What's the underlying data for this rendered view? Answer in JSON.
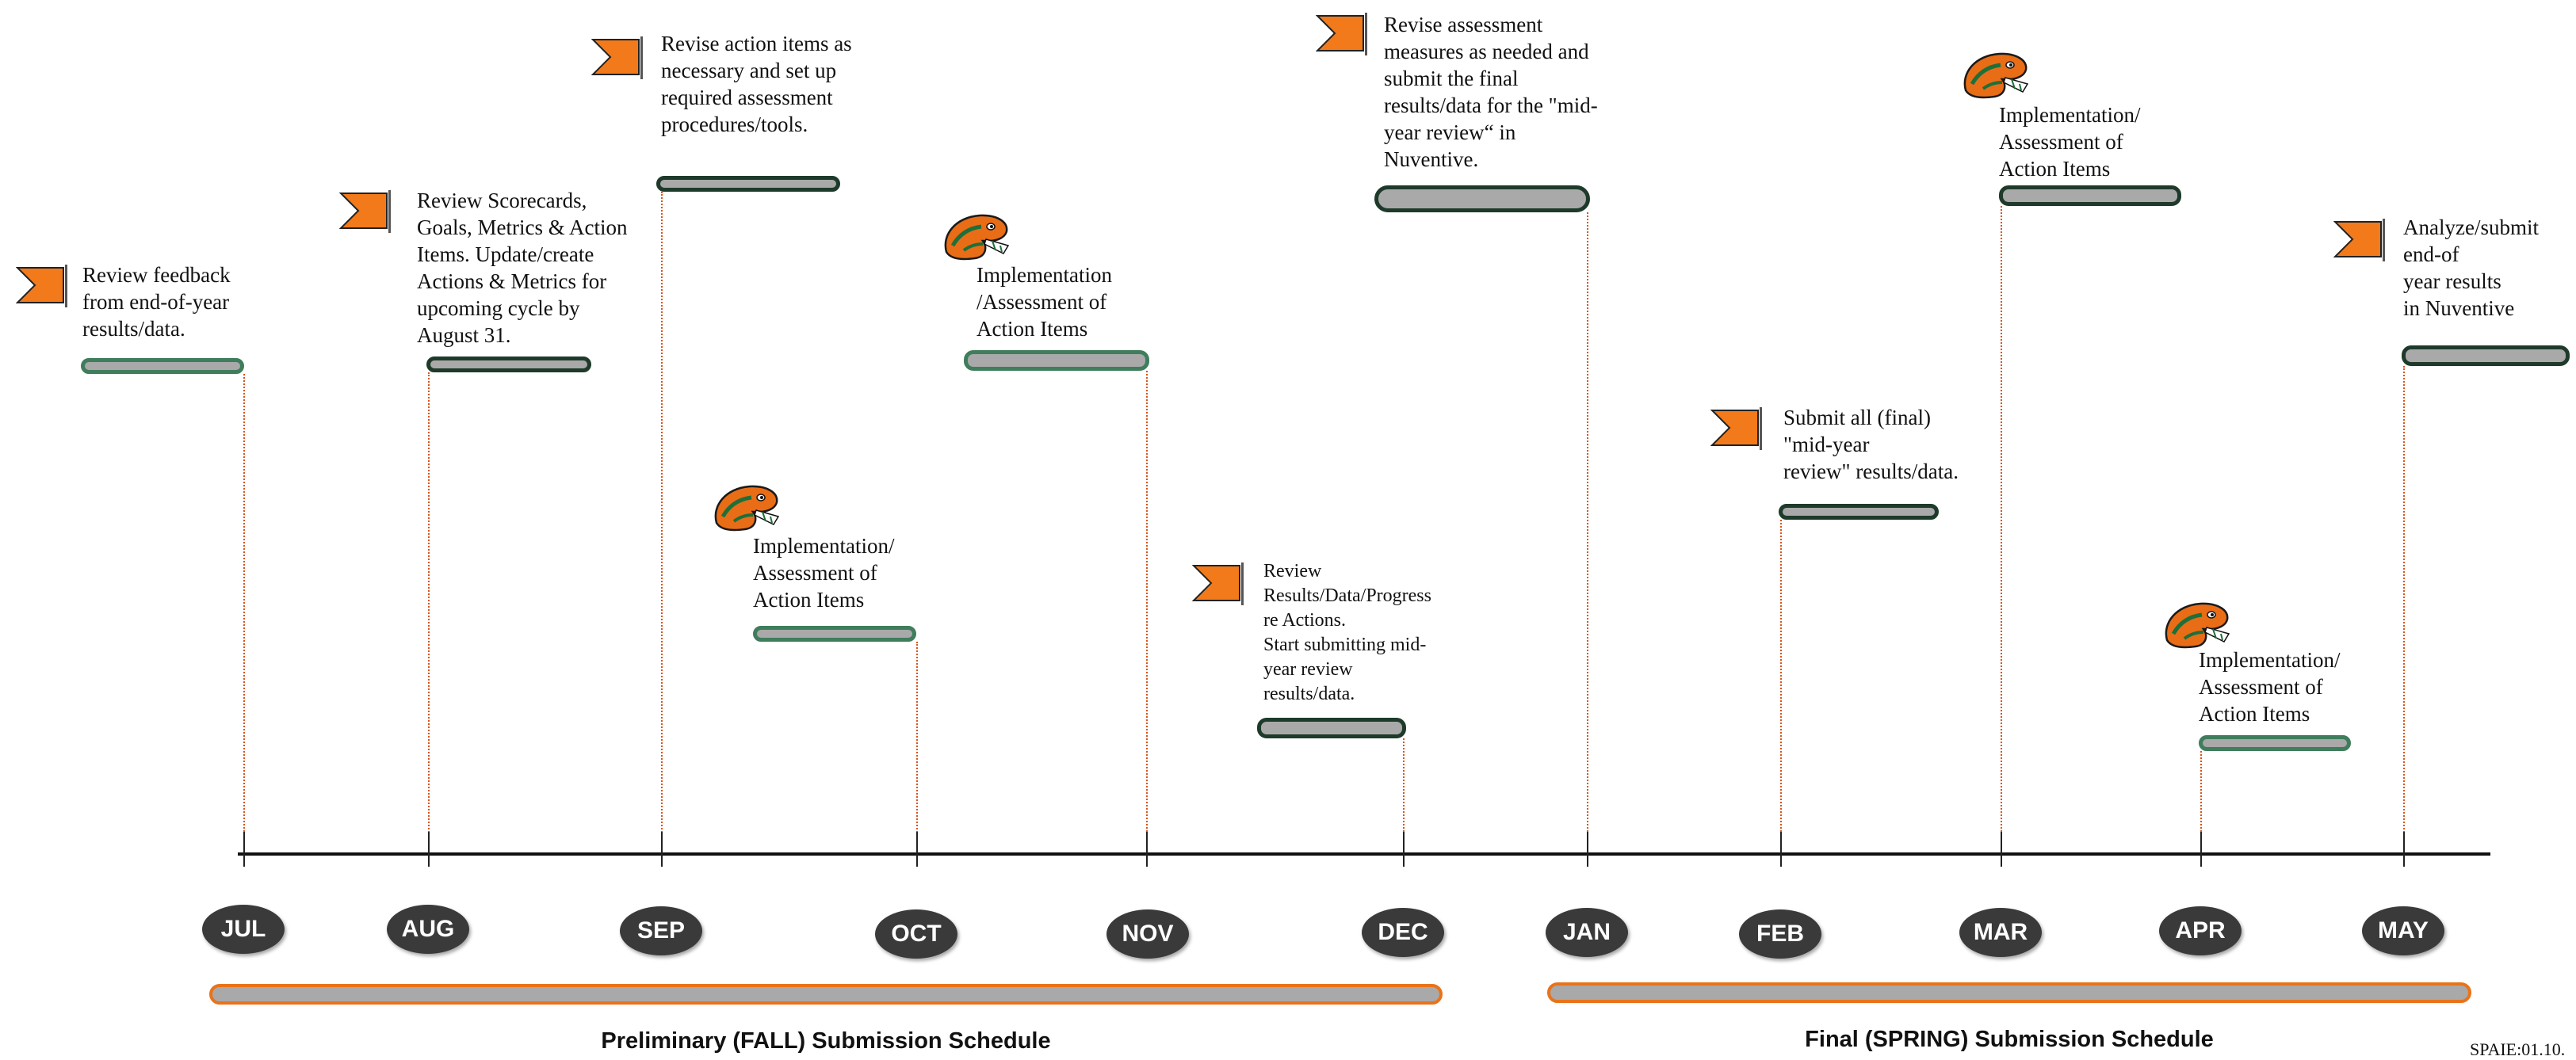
{
  "months": [
    "JUL",
    "AUG",
    "SEP",
    "OCT",
    "NOV",
    "DEC",
    "JAN",
    "FEB",
    "MAR",
    "APR",
    "MAY"
  ],
  "icons": {
    "flag": "orange-flag-icon",
    "mascot": "rattler-snake-mascot-icon"
  },
  "colors": {
    "flag": "#f27a1a",
    "bar_fill": "#a9a9a9",
    "bar_border": "#1e3a2b",
    "schedule_border": "#e8731a",
    "drop_line": "#d9541a"
  },
  "events": {
    "jul": "Review feedback\nfrom end-of-year\nresults/data.",
    "aug": "Review Scorecards,\nGoals, Metrics & Action\nItems. Update/create\nActions & Metrics for\nupcoming cycle by\nAugust 31.",
    "sep": "Revise action items as\nnecessary and set up\nrequired assessment\nprocedures/tools.",
    "oct": "Implementation/\nAssessment of\nAction Items",
    "nov": "Implementation\n/Assessment of\nAction Items",
    "dec": "Review\nResults/Data/Progress\nre Actions.\nStart submitting mid-\nyear review\nresults/data.",
    "jan": "Revise assessment\nmeasures as needed and\nsubmit the final\nresults/data for the \"mid-\nyear review“ in\nNuventive.",
    "feb": "Submit all (final)\n\"mid-year\nreview\" results/data.",
    "mar": "Implementation/\nAssessment of\nAction Items",
    "apr": "Implementation/\nAssessment of\nAction Items",
    "may": "Analyze/submit\nend-of\nyear results\nin Nuventive"
  },
  "schedules": {
    "fall": "Preliminary (FALL) Submission Schedule",
    "spring": "Final (SPRING) Submission Schedule"
  },
  "footer_code": "SPAIE:01.10."
}
